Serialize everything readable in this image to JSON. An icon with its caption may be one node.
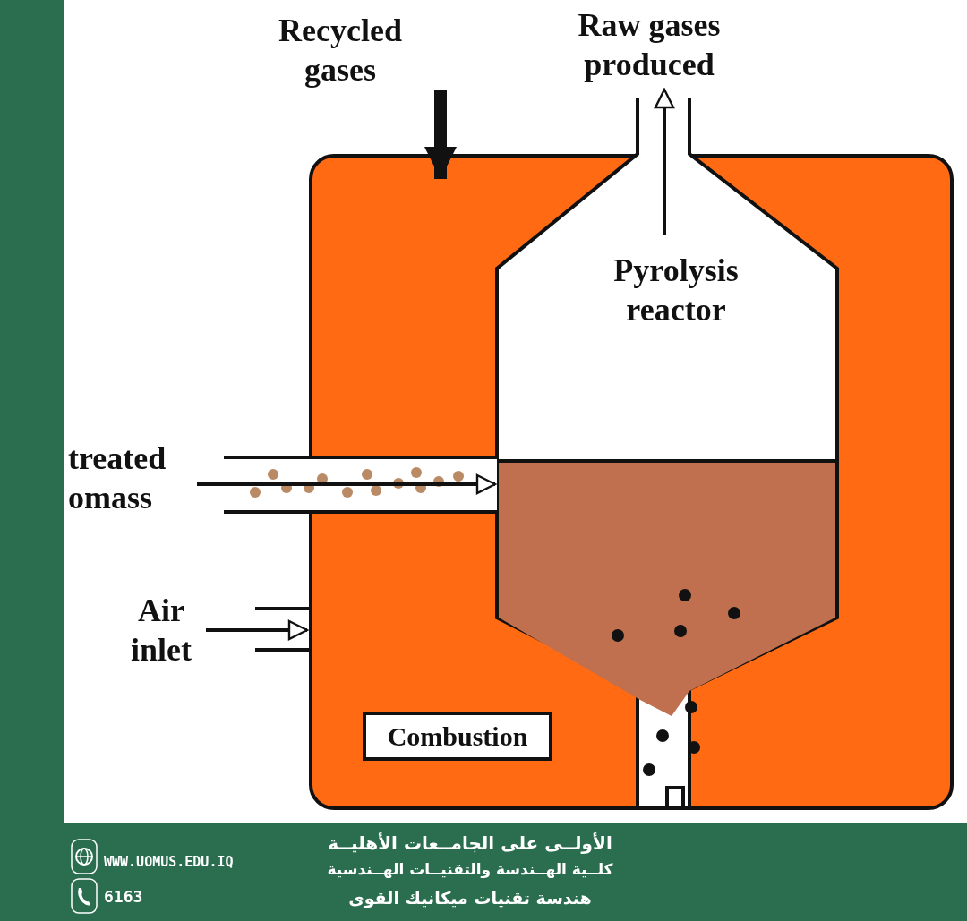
{
  "diagram": {
    "nodes": [
      {
        "text": [
          "Combustion"
        ]
      },
      {
        "text": [
          "Pyrolysis reactor"
        ],
        "in": 0
      },
      {
        "text": [
          "Recycled gases"
        ]
      },
      {
        "text": [
          "Raw gases produced"
        ]
      },
      {
        "text": [
          "treated omass"
        ]
      },
      {
        "text": [
          "Air inlet"
        ]
      }
    ],
    "edges": [
      {
        "from": 2,
        "to": 0,
        "arrow": "to",
        "style": "thick"
      },
      {
        "from": 1,
        "to": 3,
        "arrow": "to"
      },
      {
        "from": 4,
        "to": 1,
        "arrow": "to"
      },
      {
        "from": 5,
        "to": 0,
        "arrow": "to"
      }
    ],
    "labels": [
      "WWW.UOMUS.EDU.IQ",
      "6163",
      "الأولــى على الجامــعات الأهليــة",
      "كلــية الهــندسة والتقنيــات الهــندسية",
      "هندسة تقنيات ميكانيك القوى"
    ]
  }
}
